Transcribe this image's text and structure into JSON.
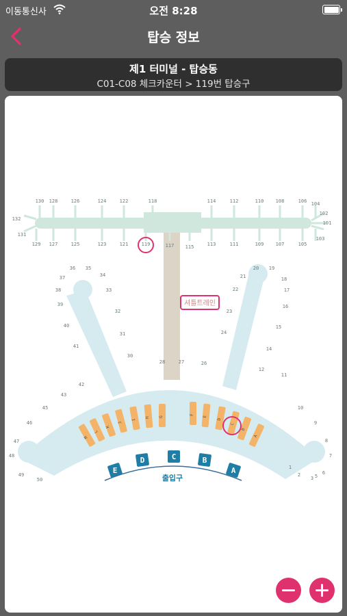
{
  "status": {
    "carrier": "이동통신사",
    "time": "오전 8:28"
  },
  "nav": {
    "title": "탑승 정보"
  },
  "info": {
    "title": "제1 터미널 - 탑승동",
    "subtitle": "C01-C08 체크카운터 > 119번 탑승구"
  },
  "map": {
    "shuttle_label": "셔틀트레인",
    "exit_label": "출입구",
    "highlighted_gate": "119",
    "highlighted_counter": "C",
    "entrances": [
      "E",
      "D",
      "C",
      "B",
      "A"
    ],
    "counters": [
      "M",
      "L",
      "K",
      "J",
      "I",
      "H",
      "G",
      "F",
      "E",
      "D",
      "C",
      "B",
      "A"
    ],
    "concourse_gates": {
      "top_row": [
        "130",
        "128",
        "126",
        "124",
        "122",
        "118",
        "114",
        "112",
        "110",
        "108",
        "106",
        "104"
      ],
      "bottom_row": [
        "129",
        "127",
        "125",
        "123",
        "121",
        "119",
        "117",
        "115",
        "113",
        "111",
        "109",
        "107",
        "105",
        "103"
      ],
      "left_end": [
        "132",
        "131"
      ],
      "right_end": [
        "102",
        "101"
      ]
    },
    "left_pier": [
      "36",
      "35",
      "37",
      "34",
      "38",
      "33",
      "39",
      "32",
      "40",
      "31",
      "41",
      "30"
    ],
    "right_pier": [
      "20",
      "19",
      "21",
      "18",
      "22",
      "17",
      "16",
      "23",
      "15",
      "24",
      "14",
      "12"
    ],
    "arc_gates": [
      "28",
      "27",
      "26",
      "42",
      "43",
      "45",
      "46",
      "47",
      "48",
      "49",
      "50",
      "11",
      "10",
      "9",
      "8",
      "7",
      "6",
      "5",
      "3",
      "2",
      "1"
    ]
  },
  "colors": {
    "accent": "#e0316f",
    "concourse": "#cfe7dd",
    "main_building": "#d6ebf0",
    "shuttle": "#ddd4c8",
    "counter": "#f3b46a",
    "entrance": "#1f7ea6"
  }
}
